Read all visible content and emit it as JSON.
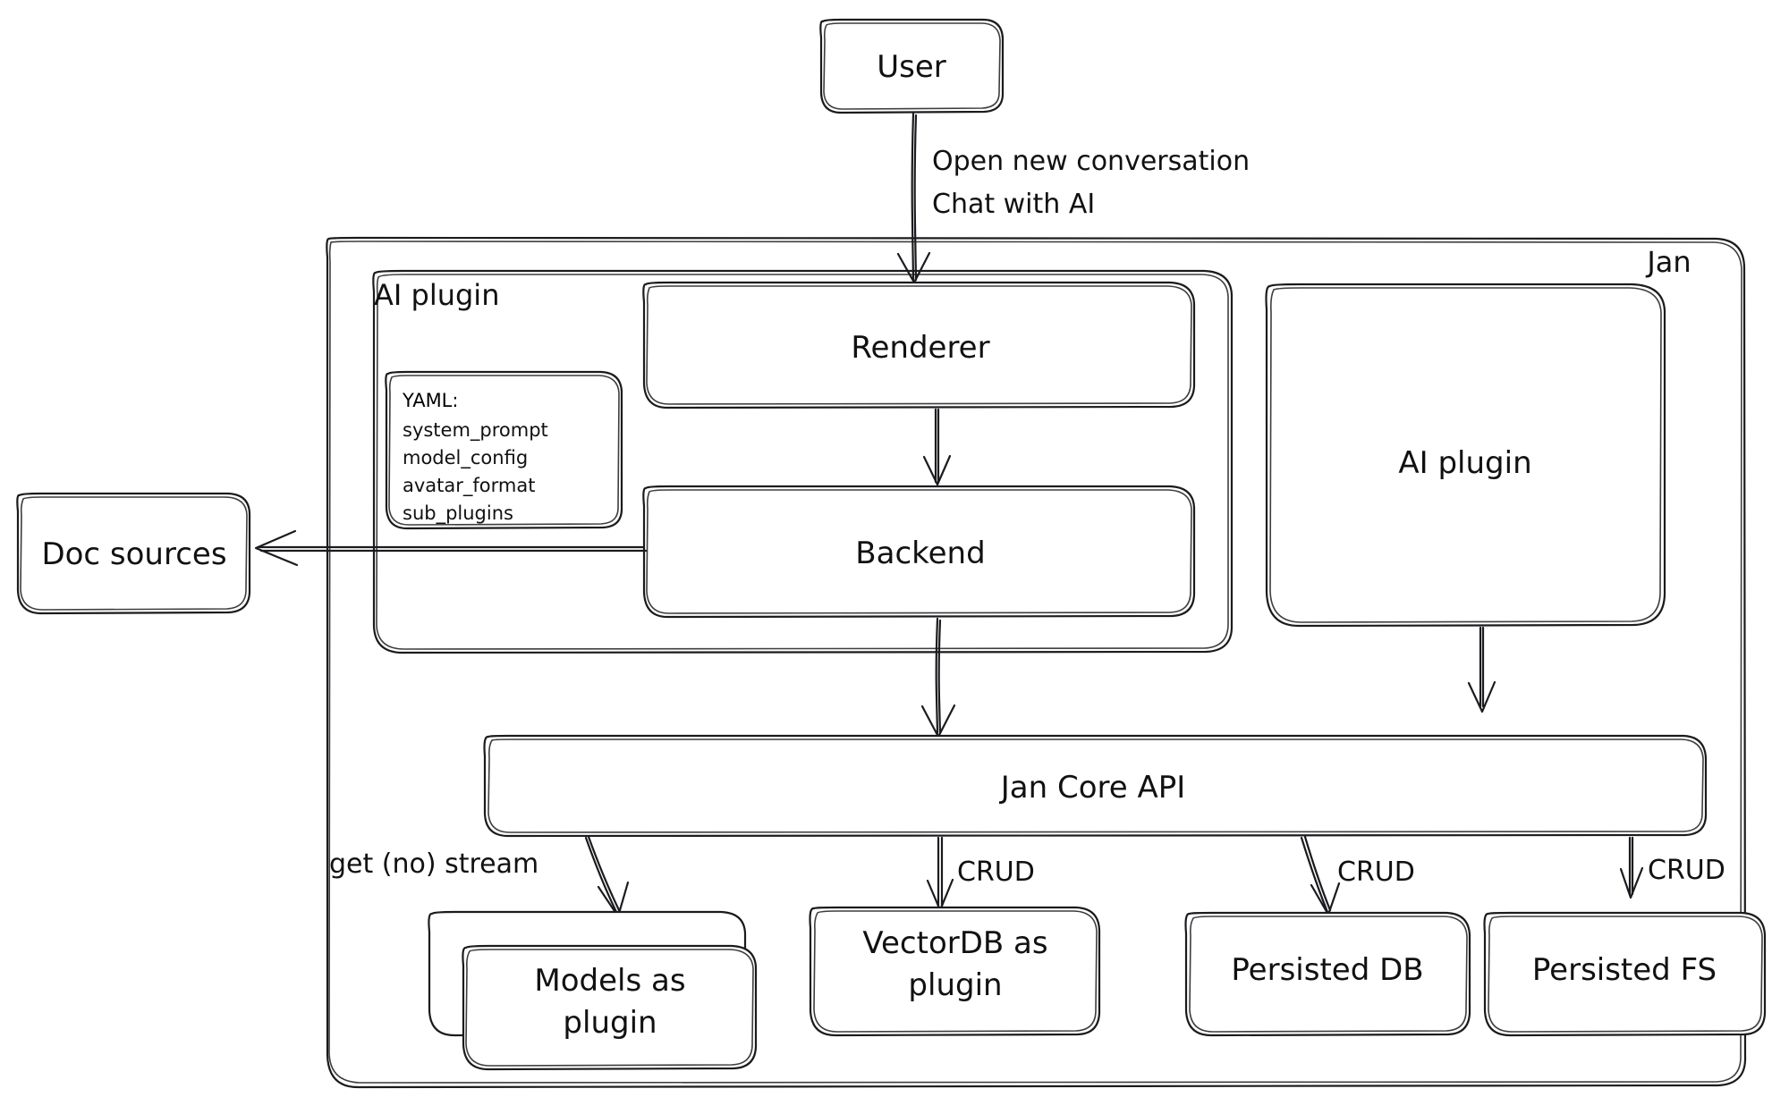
{
  "diagram": {
    "title_hidden": "",
    "style": "hand-drawn",
    "stroke_color": "#1b1b1f",
    "background_color": "#ffffff"
  },
  "containers": [
    {
      "id": "jan",
      "label": "Jan",
      "label_position": "top-right"
    },
    {
      "id": "ai_plugin_group",
      "label": "AI plugin",
      "label_position": "top-left"
    }
  ],
  "nodes": [
    {
      "id": "user",
      "label": "User"
    },
    {
      "id": "renderer",
      "label": "Renderer"
    },
    {
      "id": "backend",
      "label": "Backend"
    },
    {
      "id": "ai_plugin_right",
      "label": "AI plugin"
    },
    {
      "id": "doc_sources",
      "label": "Doc sources"
    },
    {
      "id": "jan_core_api",
      "label": "Jan Core API"
    },
    {
      "id": "models_as_plugin",
      "label": "Models as plugin"
    },
    {
      "id": "vectordb_as_plugin",
      "label": "VectorDB as plugin"
    },
    {
      "id": "persisted_db",
      "label": "Persisted DB"
    },
    {
      "id": "persisted_fs",
      "label": "Persisted FS"
    }
  ],
  "yaml_card": {
    "heading": "YAML:",
    "items": [
      "system_prompt",
      "model_config",
      "avatar_format",
      "sub_plugins"
    ]
  },
  "edges": [
    {
      "id": "user-renderer",
      "from": "user",
      "to": "renderer",
      "label_line_1": "Open new conversation",
      "label_line_2": "Chat with AI"
    },
    {
      "id": "renderer-backend",
      "from": "renderer",
      "to": "backend",
      "label": ""
    },
    {
      "id": "backend-doc",
      "from": "backend",
      "to": "doc_sources",
      "label": ""
    },
    {
      "id": "backend-core",
      "from": "backend",
      "to": "jan_core_api",
      "label": ""
    },
    {
      "id": "aiplugin-core",
      "from": "ai_plugin_right",
      "to": "jan_core_api",
      "label": ""
    },
    {
      "id": "core-models",
      "from": "jan_core_api",
      "to": "models_as_plugin",
      "label": "get (no) stream"
    },
    {
      "id": "core-vectordb",
      "from": "jan_core_api",
      "to": "vectordb_as_plugin",
      "label": "CRUD"
    },
    {
      "id": "core-persisteddb",
      "from": "jan_core_api",
      "to": "persisted_db",
      "label": "CRUD"
    },
    {
      "id": "core-persistedfs",
      "from": "jan_core_api",
      "to": "persisted_fs",
      "label": "CRUD"
    }
  ]
}
